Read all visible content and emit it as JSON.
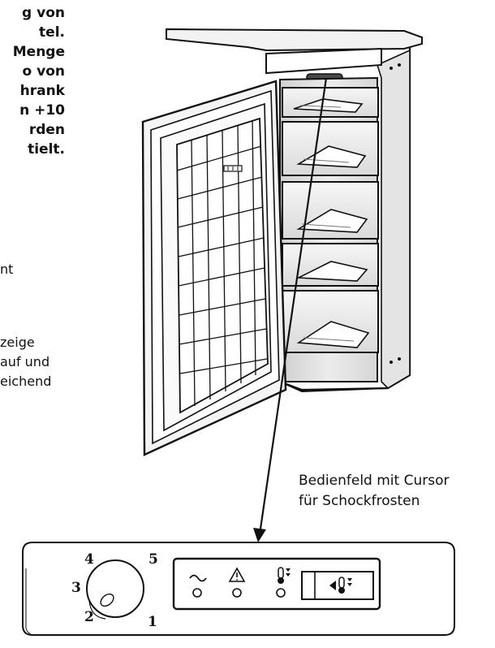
{
  "text_left_bold": [
    "g von",
    "tel.",
    "Menge",
    "o von",
    "hrank",
    "n +10",
    "rden",
    "tielt."
  ],
  "text_left_regular": [
    "nt",
    "zeige",
    "auf und",
    "eichend"
  ],
  "callout": {
    "line1": "Bedienfeld mit Cursor",
    "line2": "für Schockfrosten"
  },
  "dial_labels": {
    "n1": "1",
    "n2": "2",
    "n3": "3",
    "n4": "4",
    "n5": "5"
  },
  "icons": {
    "power": "sine-wave-icon",
    "alarm": "warning-triangle-icon",
    "cold": "thermometer-icon",
    "shock": "shock-freeze-thermometer-icon"
  }
}
